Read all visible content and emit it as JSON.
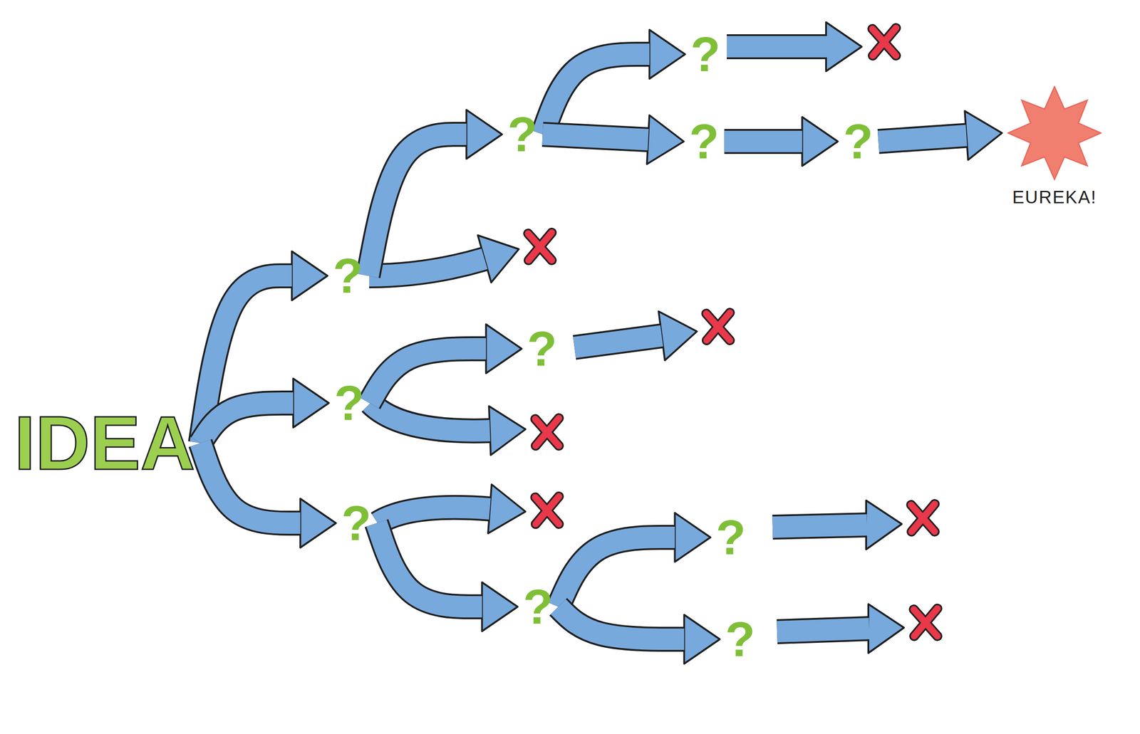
{
  "diagram": {
    "nodes": [
      {
        "text": [
          "IDEA"
        ]
      },
      {
        "text": [
          "?"
        ]
      },
      {
        "text": [
          "?"
        ]
      },
      {
        "text": [
          "?"
        ]
      },
      {
        "text": [
          "?"
        ]
      },
      {
        "text": [
          "?"
        ]
      },
      {
        "text": [
          "?"
        ]
      },
      {
        "text": [
          "?"
        ]
      },
      {
        "text": [
          "?"
        ]
      },
      {
        "text": [
          "?"
        ]
      },
      {
        "text": [
          "?"
        ]
      },
      {
        "text": [
          "?"
        ]
      },
      {
        "text": [
          "EUREKA!"
        ]
      }
    ],
    "edges": [
      {
        "from": 0,
        "to": 1,
        "arrow": "to"
      },
      {
        "from": 0,
        "to": 2,
        "arrow": "to"
      },
      {
        "from": 0,
        "to": 3,
        "arrow": "to"
      },
      {
        "from": 1,
        "to": 4,
        "arrow": "to"
      },
      {
        "from": 2,
        "to": 5,
        "arrow": "to"
      },
      {
        "from": 3,
        "to": 6,
        "arrow": "to"
      },
      {
        "from": 4,
        "to": 7,
        "arrow": "to"
      },
      {
        "from": 4,
        "to": 8,
        "arrow": "to"
      },
      {
        "from": 6,
        "to": 9,
        "arrow": "to"
      },
      {
        "from": 6,
        "to": 10,
        "arrow": "to"
      },
      {
        "from": 8,
        "to": 11,
        "arrow": "to"
      },
      {
        "from": 11,
        "to": 12,
        "arrow": "to"
      }
    ]
  }
}
